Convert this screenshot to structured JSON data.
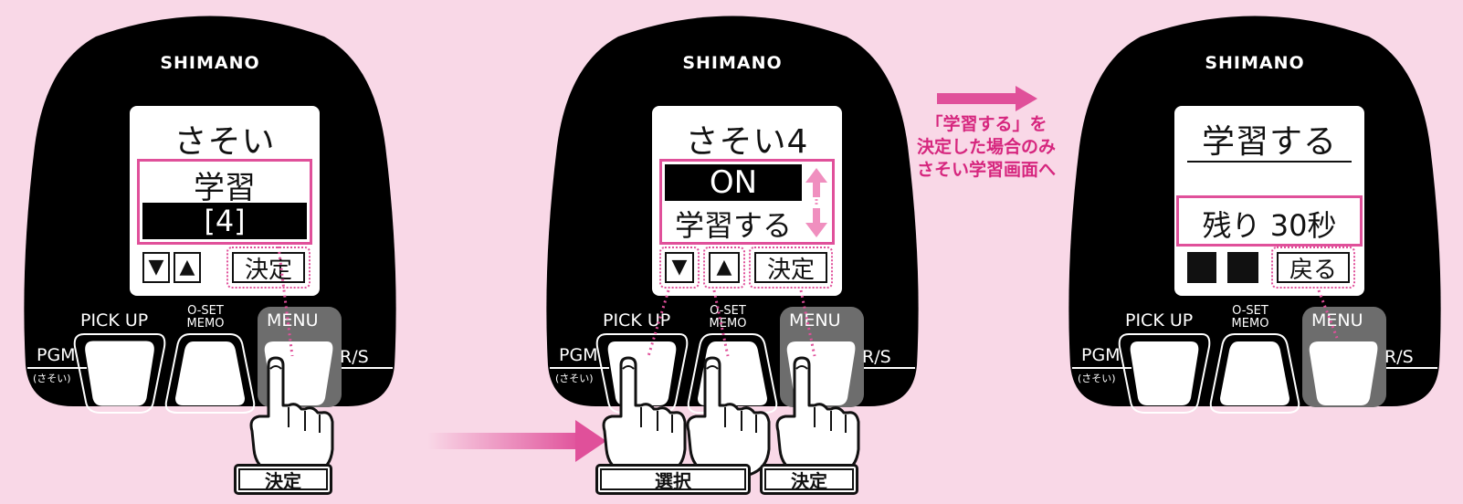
{
  "brand": "SHIMANO",
  "colors": {
    "background": "#f9d8e7",
    "accent": "#e0509a",
    "device": "#000000",
    "note": "#d6267e"
  },
  "hardware_labels": {
    "pick_up": "PICK UP",
    "o_set": "O-SET",
    "memo": "MEMO",
    "menu": "MENU",
    "pgm": "PGM",
    "sasoi_small": "(さそい)",
    "rs": "R/S"
  },
  "screen1": {
    "title": "さそい",
    "row1": "学習",
    "row2": "[4]",
    "softkeys": {
      "down": "down-triangle-icon",
      "up": "up-triangle-icon",
      "decide": "決定"
    }
  },
  "screen2": {
    "title": "さそい4",
    "option_selected": "ON",
    "option_next": "学習する",
    "softkeys": {
      "down": "down-triangle-icon",
      "up": "up-triangle-icon",
      "decide": "決定"
    }
  },
  "screen3": {
    "title": "学習する",
    "countdown": "残り 30秒",
    "softkeys": {
      "back": "戻る"
    }
  },
  "action_labels": {
    "step1": "決定",
    "step2_select": "選択",
    "step2_decide": "決定"
  },
  "note": {
    "line1": "「学習する」を",
    "line2": "決定した場合のみ",
    "line3": "さそい学習画面へ"
  }
}
